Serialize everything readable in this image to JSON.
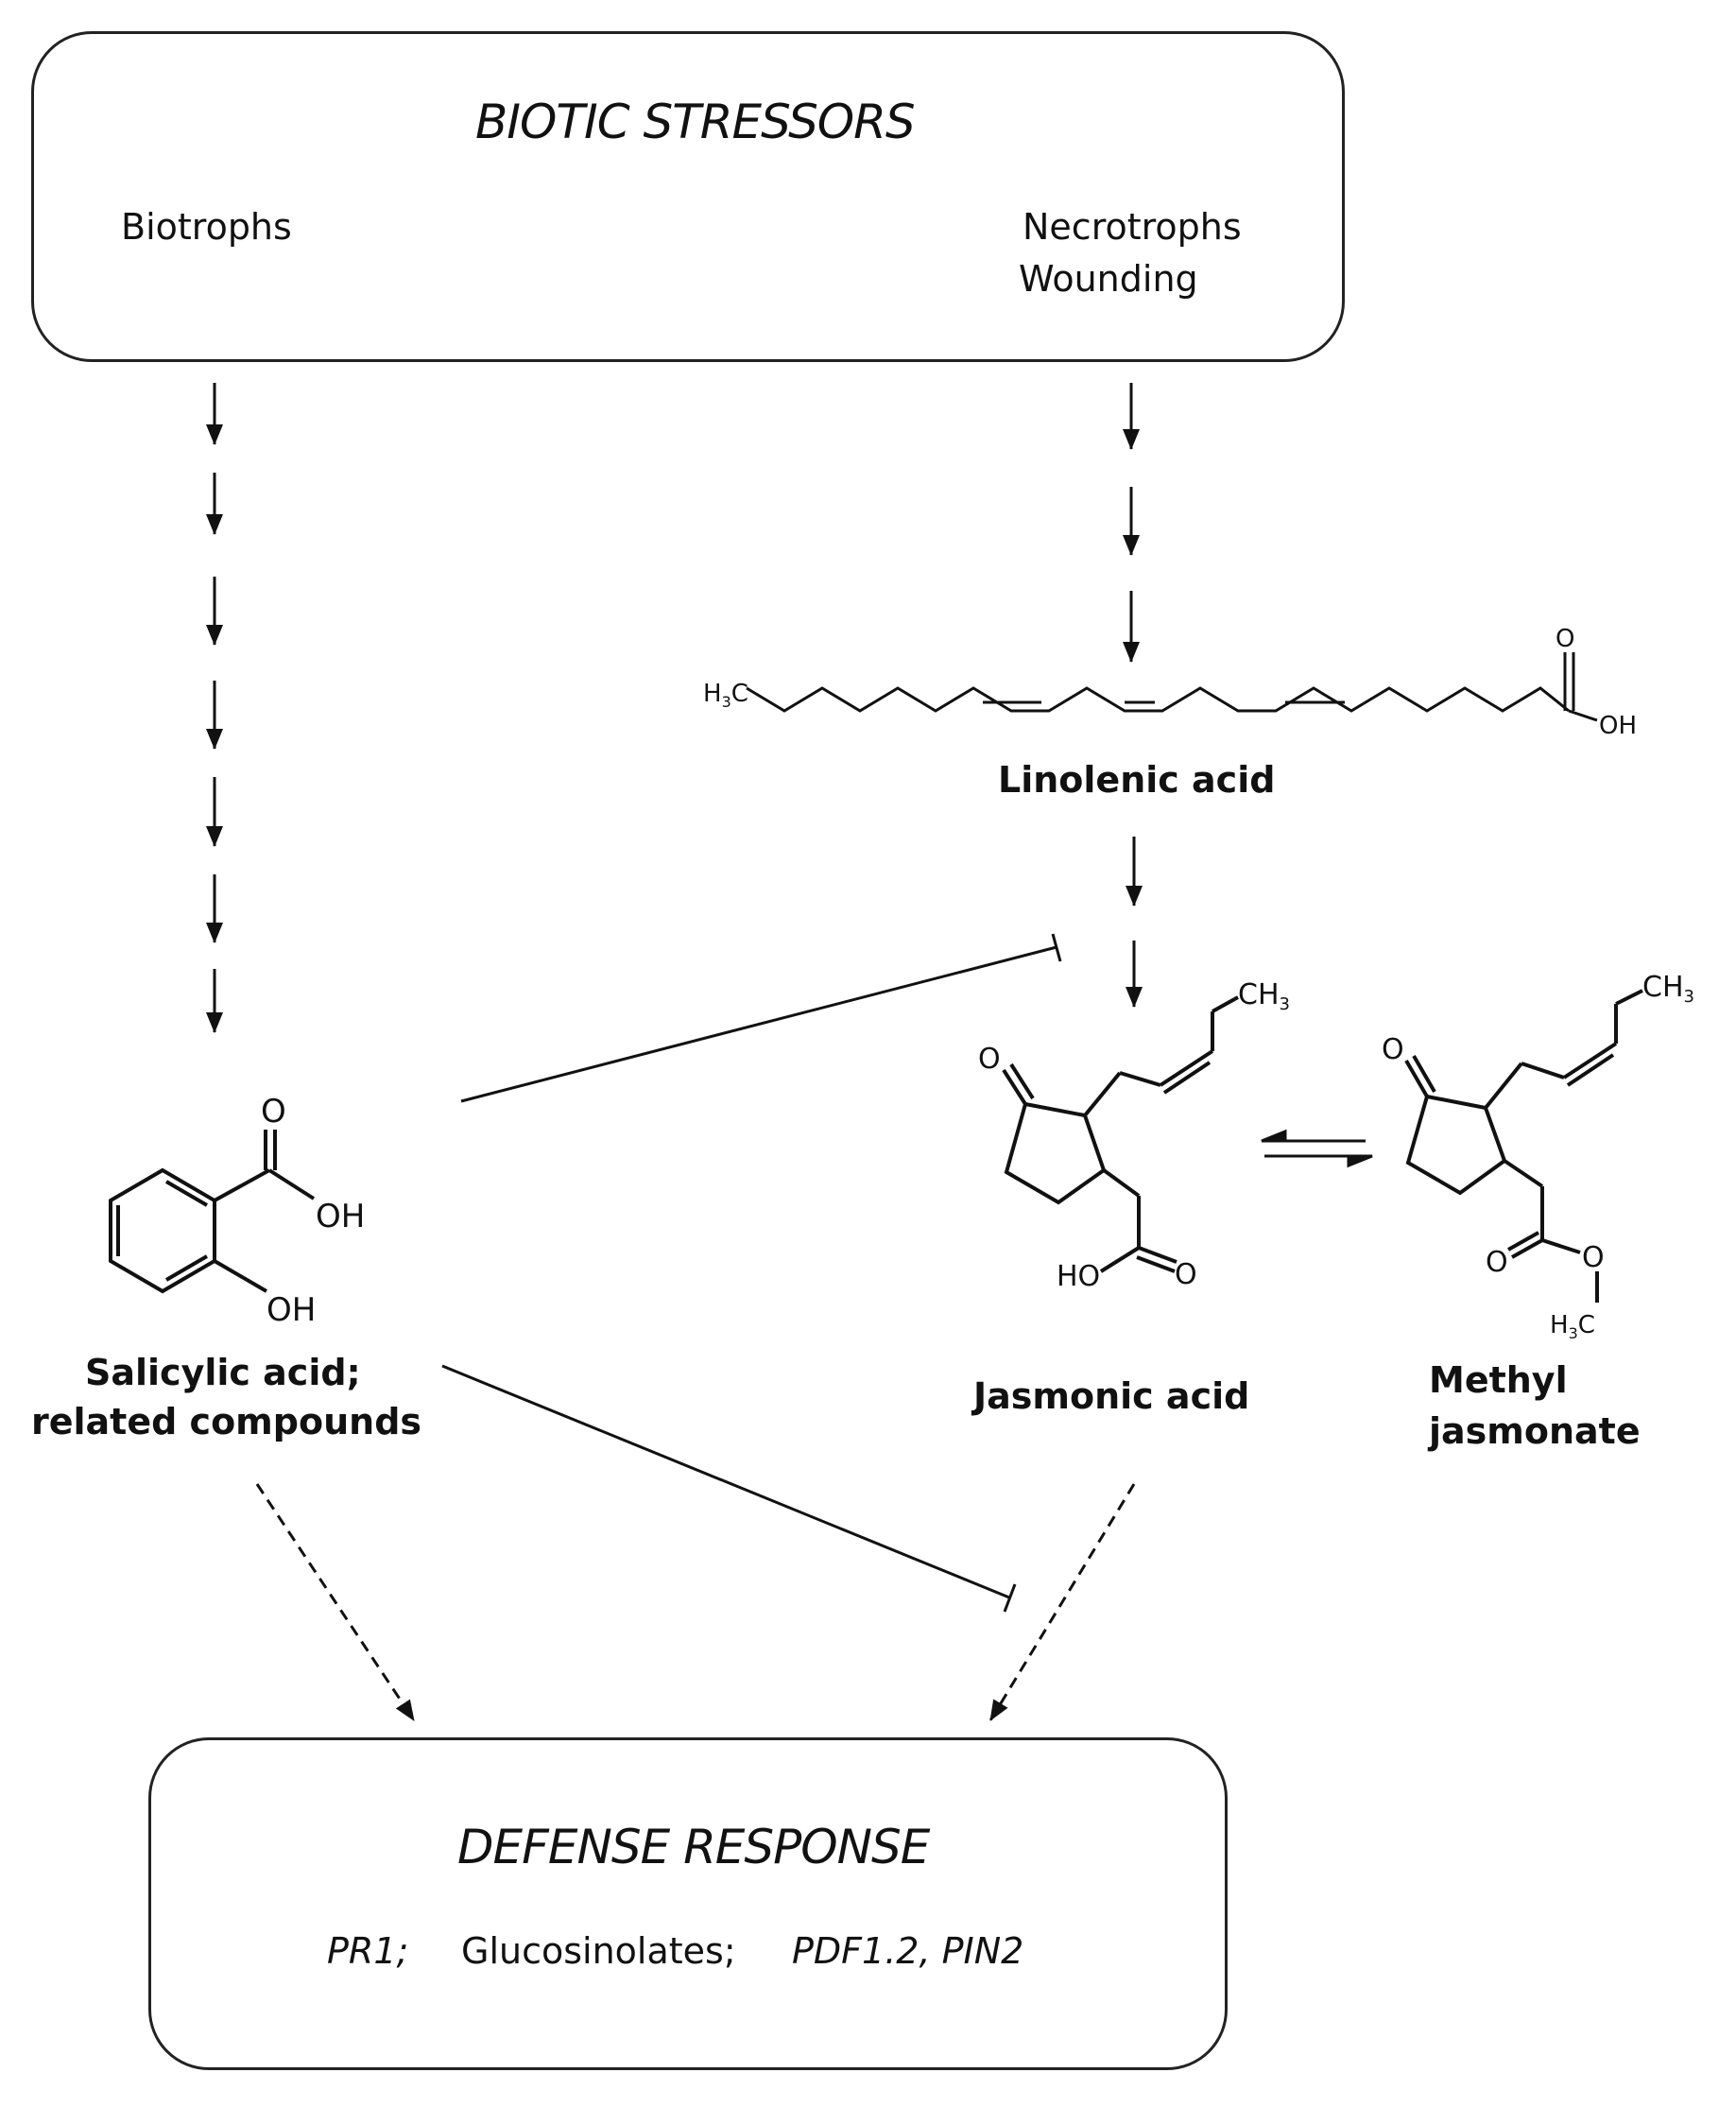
{
  "stressors_box": {
    "title": "BIOTIC STRESSORS",
    "left_item": "Biotrophs",
    "right_items": [
      "Necrotrophs",
      "Wounding"
    ]
  },
  "compounds": {
    "linolenic_acid": "Linolenic acid",
    "salicylic_acid": [
      "Salicylic acid;",
      "related compounds"
    ],
    "jasmonic_acid": "Jasmonic acid",
    "methyl_jasmonate": [
      "Methyl",
      "jasmonate"
    ]
  },
  "atoms": {
    "oh": "OH",
    "ho": "HO",
    "o": "O",
    "ch3": "CH",
    "h3c": "H",
    "c": "C",
    "sub3": "3"
  },
  "response_box": {
    "title": "DEFENSE RESPONSE",
    "items": [
      "PR1;",
      "Glucosinolates;",
      "PDF1.2, PIN2"
    ]
  }
}
